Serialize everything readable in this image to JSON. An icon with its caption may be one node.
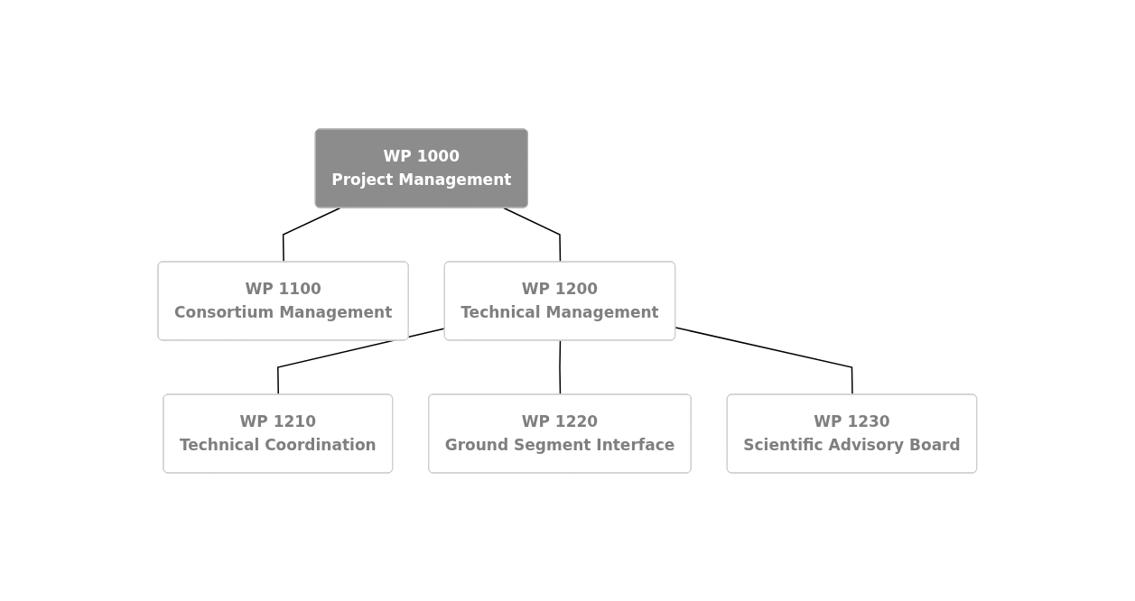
{
  "diagram": {
    "nodes": [
      {
        "text": [
          "WP 1000",
          "Project Management"
        ]
      },
      {
        "text": [
          "WP 1100",
          "Consortium Management"
        ]
      },
      {
        "text": [
          "WP 1200",
          "Technical Management"
        ]
      },
      {
        "text": [
          "WP 1210",
          "Technical Coordination"
        ]
      },
      {
        "text": [
          "WP 1220",
          "Ground Segment Interface"
        ]
      },
      {
        "text": [
          "WP 1230",
          "Scientific Advisory Board"
        ]
      }
    ],
    "edges": [
      {
        "from": 0,
        "to": 1,
        "arrow": "none"
      },
      {
        "from": 0,
        "to": 2,
        "arrow": "none"
      },
      {
        "from": 2,
        "to": 3,
        "arrow": "none"
      },
      {
        "from": 2,
        "to": 4,
        "arrow": "none"
      },
      {
        "from": 2,
        "to": 5,
        "arrow": "none"
      }
    ]
  }
}
